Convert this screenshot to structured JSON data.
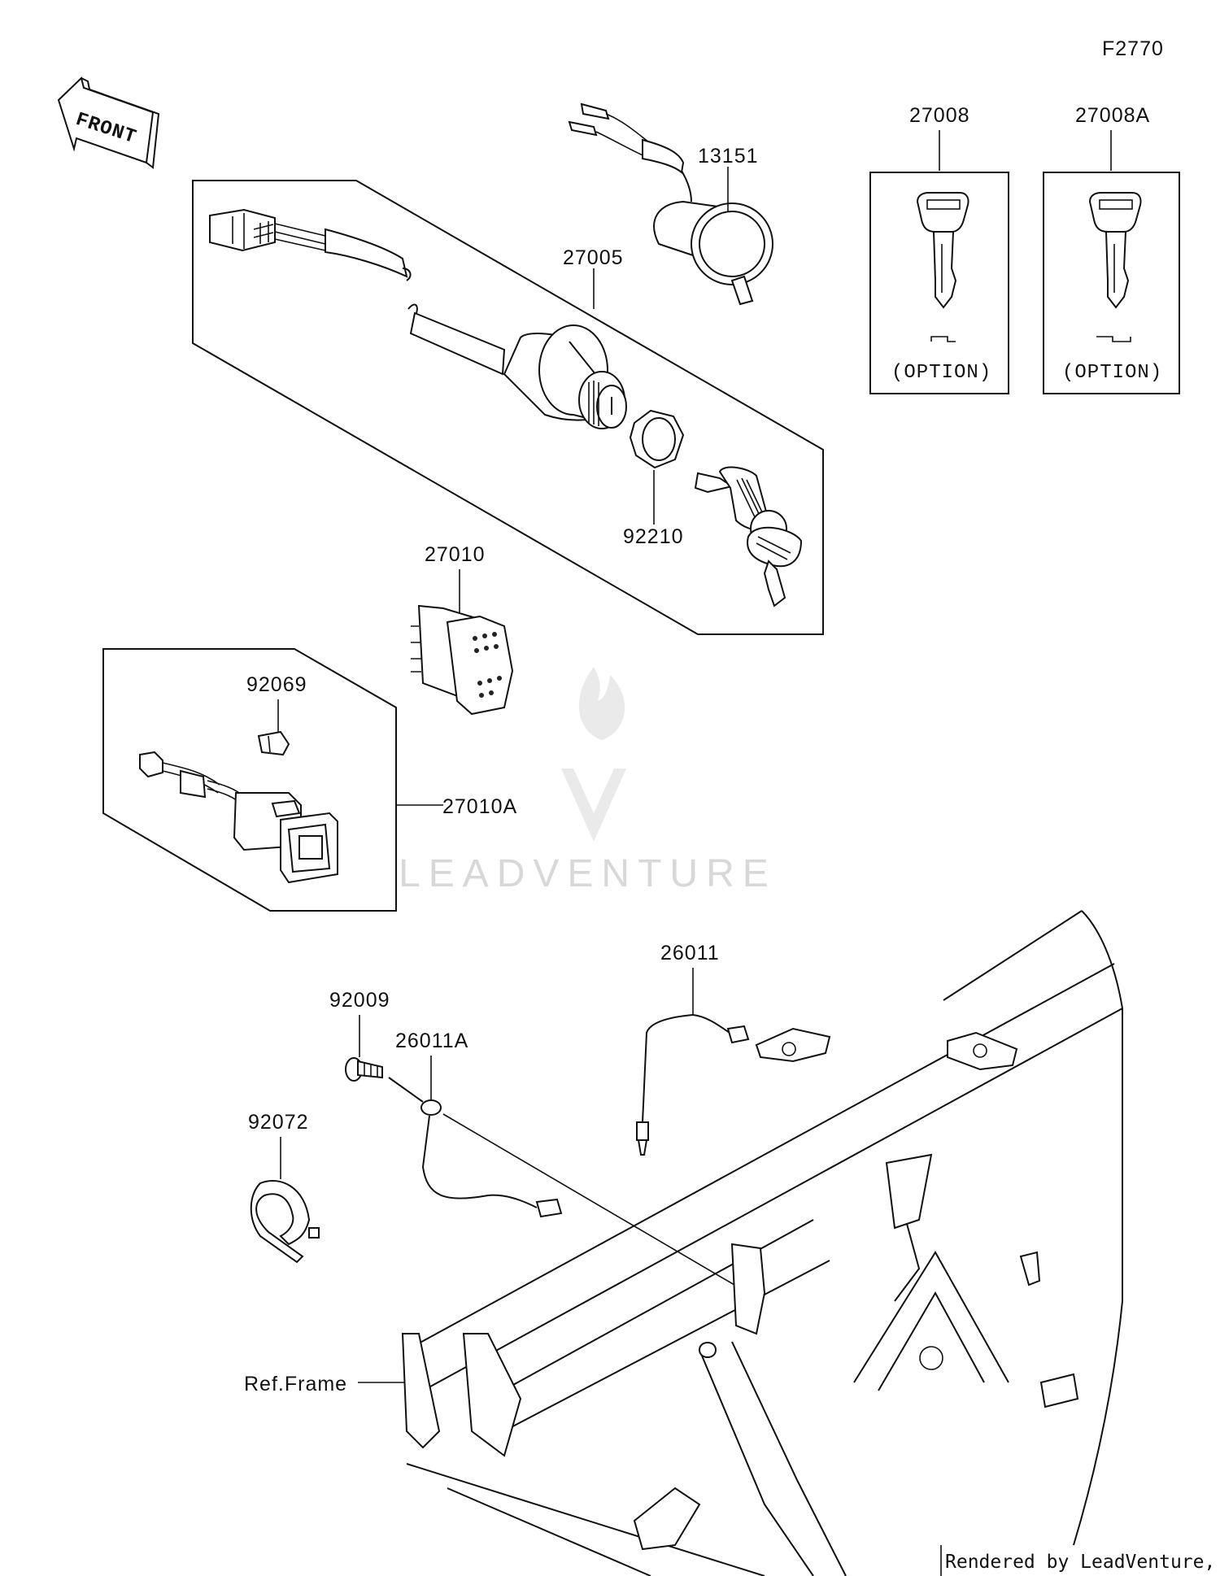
{
  "figure_code": "F2770",
  "front_label": "FRONT",
  "watermark": "LEADVENTURE",
  "credit": "Rendered by LeadVenture, Inc.",
  "parts": {
    "p13151": "13151",
    "p27005": "27005",
    "p92210": "92210",
    "p27008": "27008",
    "p27008A": "27008A",
    "p27010": "27010",
    "p92069": "92069",
    "p27010A": "27010A",
    "p26011": "26011",
    "p26011A": "26011A",
    "p92009": "92009",
    "p92072": "92072",
    "ref_frame": "Ref.Frame"
  },
  "option_text": "(OPTION)"
}
